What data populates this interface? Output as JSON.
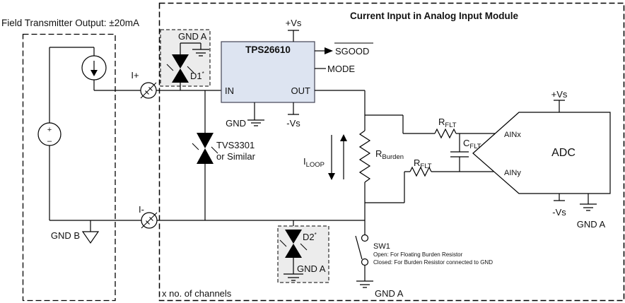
{
  "colors": {
    "chip_fill": "#dde4f1",
    "shade_fill": "#ececec",
    "line": "#000000",
    "background": "#ffffff"
  },
  "header": {
    "title": "Current Input in Analog Input Module",
    "channels_note": "x no. of channels"
  },
  "field_transmitter": {
    "label": "Field Transmitter Output: ±20mA",
    "gnd": "GND B",
    "vsource_plus": "+",
    "vsource_minus": "–"
  },
  "terminals": {
    "positive": "I+",
    "negative": "I-"
  },
  "tps26610": {
    "name": "TPS26610",
    "pin_in": "IN",
    "pin_out": "OUT",
    "pin_gnd": "GND",
    "pin_sgood": "SGOOD",
    "pin_mode": "MODE",
    "supply_pos": "+Vs",
    "supply_neg": "-Vs"
  },
  "protection": {
    "d1": {
      "label": "D1",
      "sup": "*",
      "gnd": "GND A"
    },
    "d2": {
      "label": "D2",
      "sup": "*",
      "gnd": "GND A"
    },
    "tvs": {
      "line1": "TVS3301",
      "line2": "or Similar"
    }
  },
  "burden_resistor": {
    "sym": "R",
    "sub": "Burden"
  },
  "loop_current": {
    "sym": "I",
    "sub": "LOOP"
  },
  "filters": {
    "r_flt_top": {
      "sym": "R",
      "sub": "FLT"
    },
    "r_flt_bottom": {
      "sym": "R",
      "sub": "FLT"
    },
    "c_flt": {
      "sym": "C",
      "sub": "FLT"
    }
  },
  "adc": {
    "name": "ADC",
    "input_x": "AINx",
    "input_y": "AINy",
    "supply_pos": "+Vs",
    "supply_neg": "-Vs",
    "gnd": "GND A"
  },
  "sw1": {
    "name": "SW1",
    "open_note": "Open: For Floating Burden Resistor",
    "closed_note": "Closed: For Burden Resistor connected to GND",
    "gnd": "GND A"
  }
}
